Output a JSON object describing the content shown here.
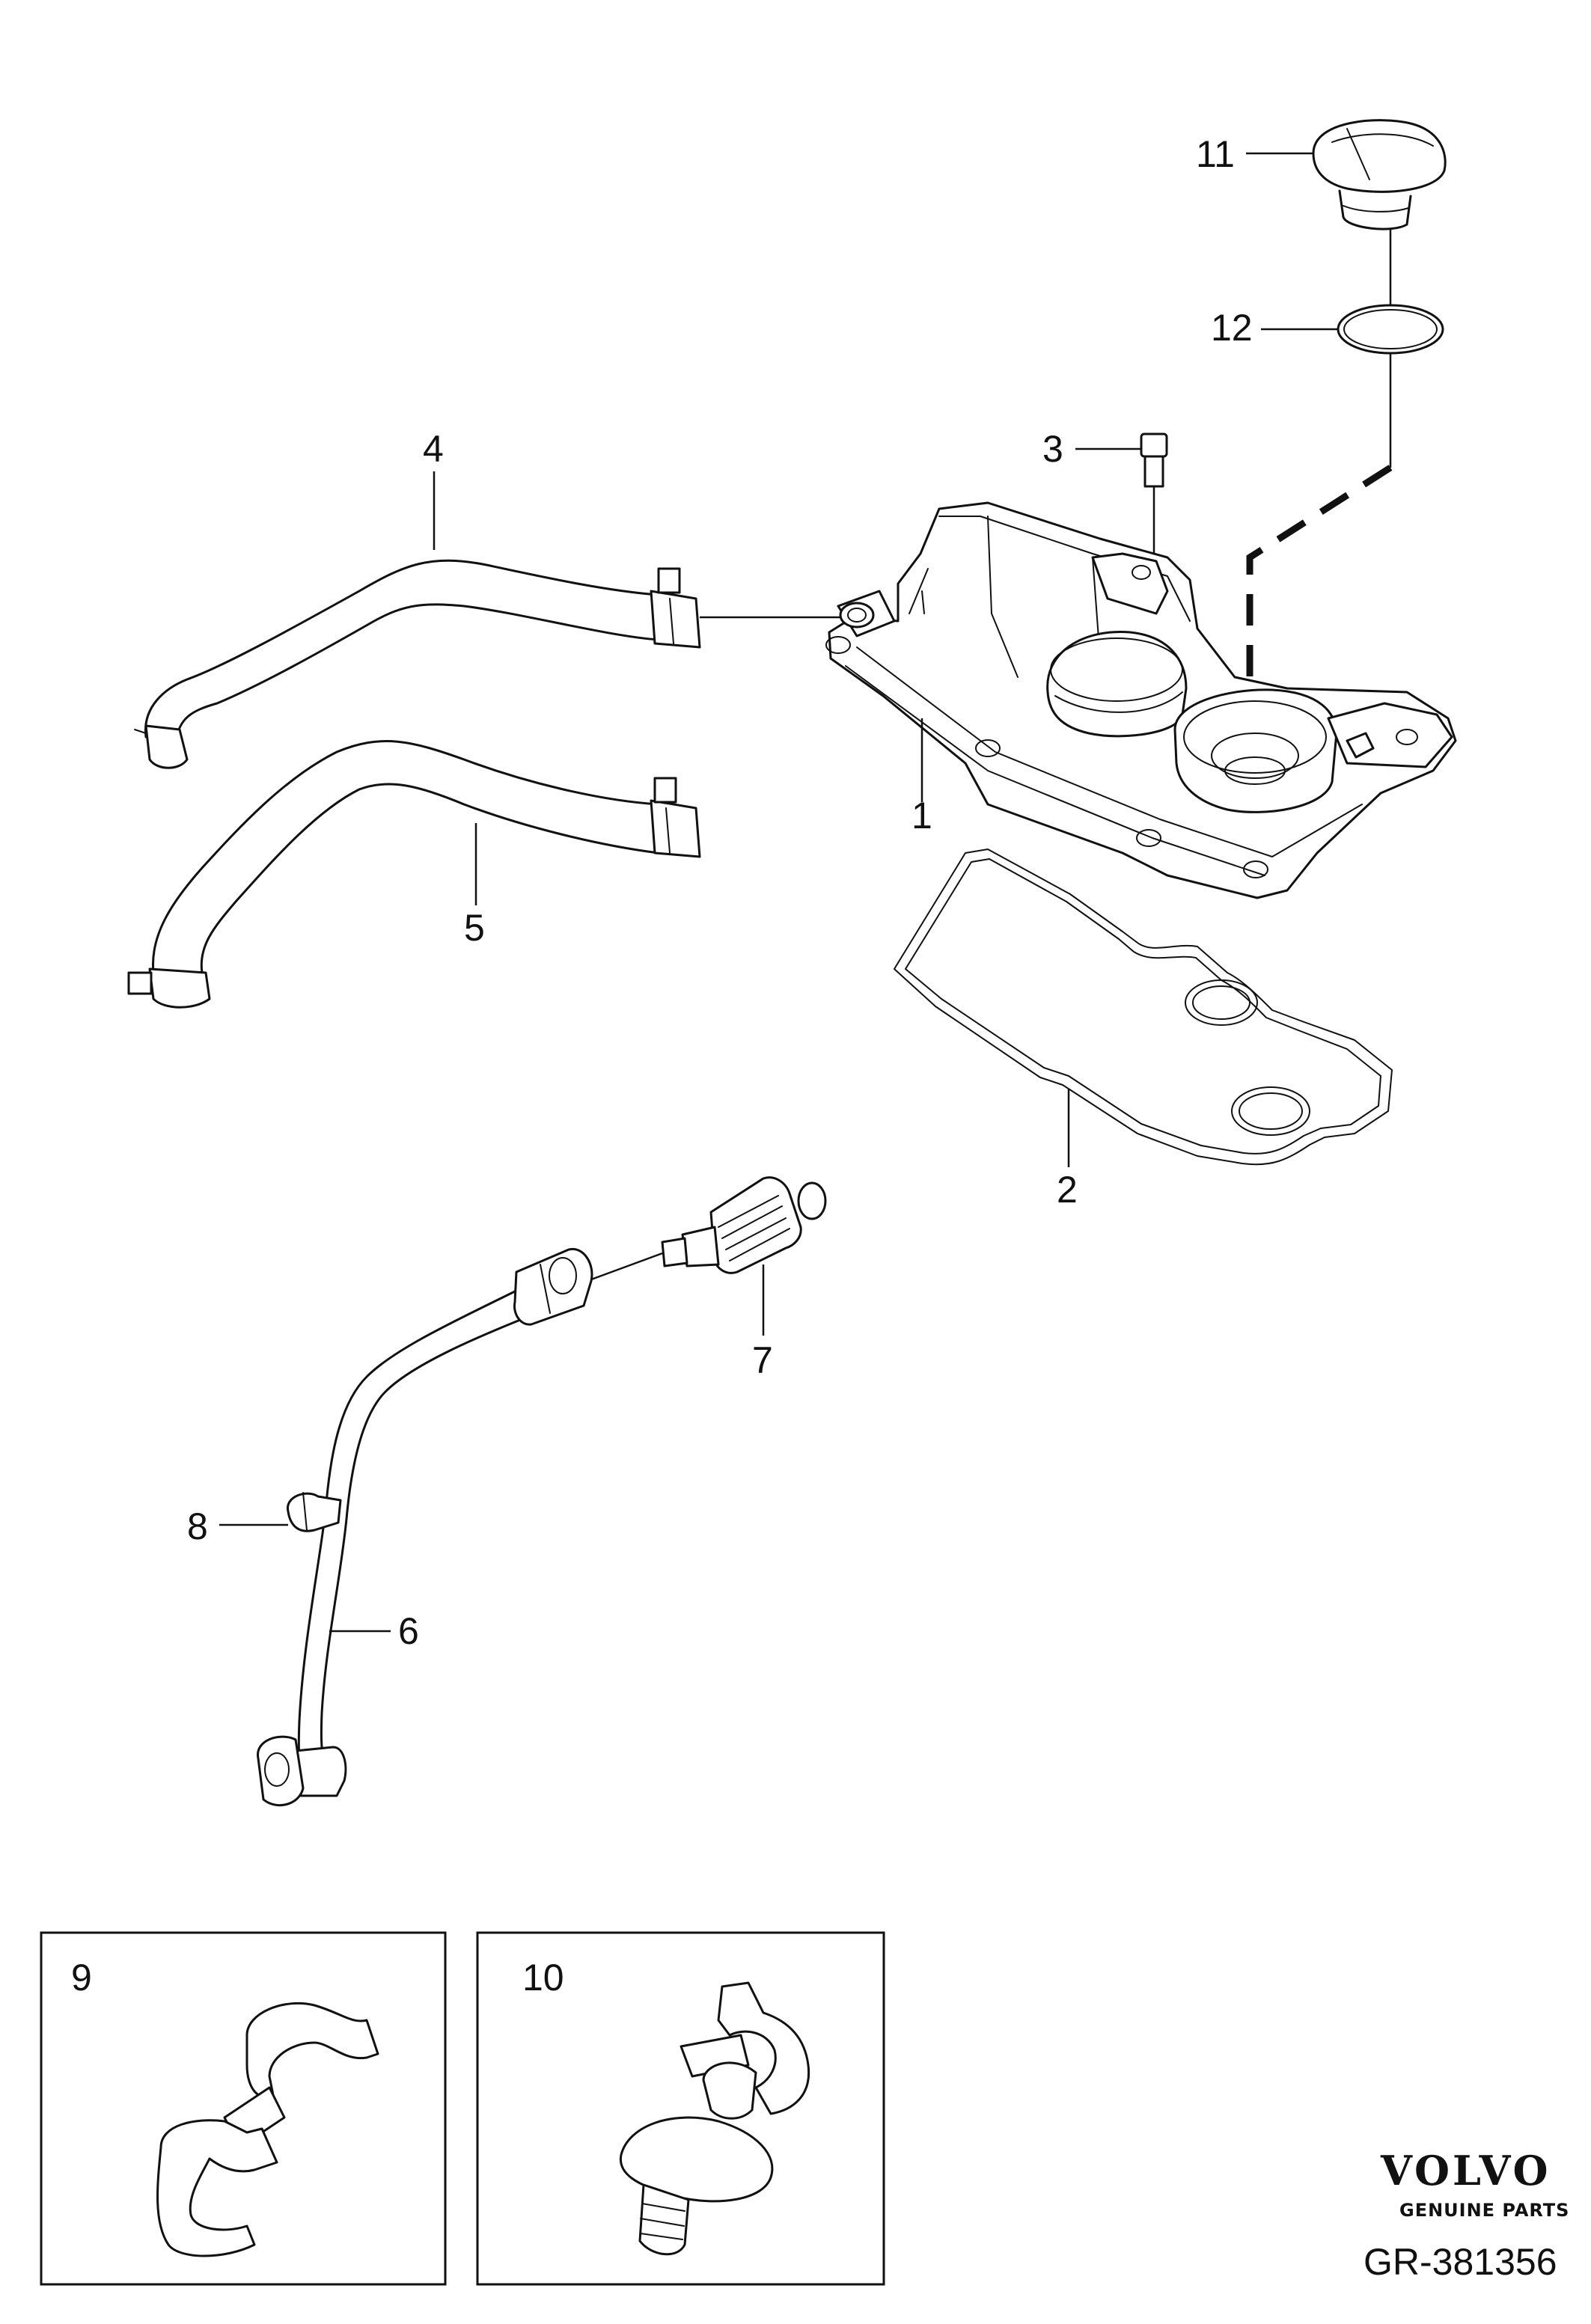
{
  "callouts": {
    "p1": "1",
    "p2": "2",
    "p3": "3",
    "p4": "4",
    "p5": "5",
    "p6": "6",
    "p7": "7",
    "p8": "8",
    "p9": "9",
    "p10": "10",
    "p11": "11",
    "p12": "12"
  },
  "brand": {
    "name": "VOLVO",
    "tagline": "GENUINE PARTS"
  },
  "reference": "GR-381356"
}
